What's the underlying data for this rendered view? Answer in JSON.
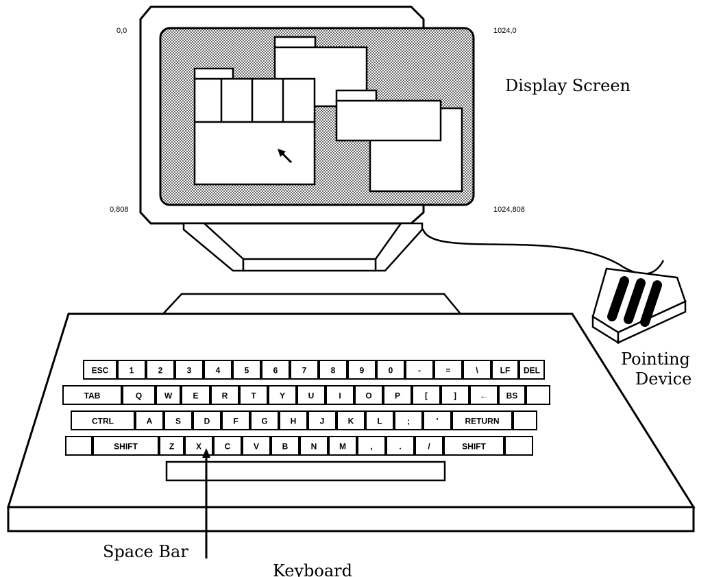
{
  "labels": {
    "display_screen": "Display Screen",
    "pointing_device_line1": "Pointing",
    "pointing_device_line2": "Device",
    "space_bar": "Space Bar",
    "keyboard": "Keyboard"
  },
  "corner_coordinates": {
    "top_left": "0,0",
    "top_right": "1024,0",
    "bottom_left": "0,808",
    "bottom_right": "1024,808"
  },
  "keyboard_rows": [
    [
      "ESC",
      "1",
      "2",
      "3",
      "4",
      "5",
      "6",
      "7",
      "8",
      "9",
      "0",
      "-",
      "=",
      "\\",
      "LF",
      "DEL"
    ],
    [
      "TAB",
      "Q",
      "W",
      "E",
      "R",
      "T",
      "Y",
      "U",
      "I",
      "O",
      "P",
      "[",
      "]",
      "←",
      "BS",
      ""
    ],
    [
      "CTRL",
      "A",
      "S",
      "D",
      "F",
      "G",
      "H",
      "J",
      "K",
      "L",
      ";",
      "'",
      "RETURN",
      ""
    ],
    [
      "",
      "SHIFT",
      "Z",
      "X",
      "C",
      "V",
      "B",
      "N",
      "M",
      ",",
      ".",
      "/",
      "SHIFT",
      ""
    ]
  ],
  "icons": {
    "cursor": "arrow-pointer-icon",
    "space_bar_arrow": "up-arrow-icon"
  }
}
